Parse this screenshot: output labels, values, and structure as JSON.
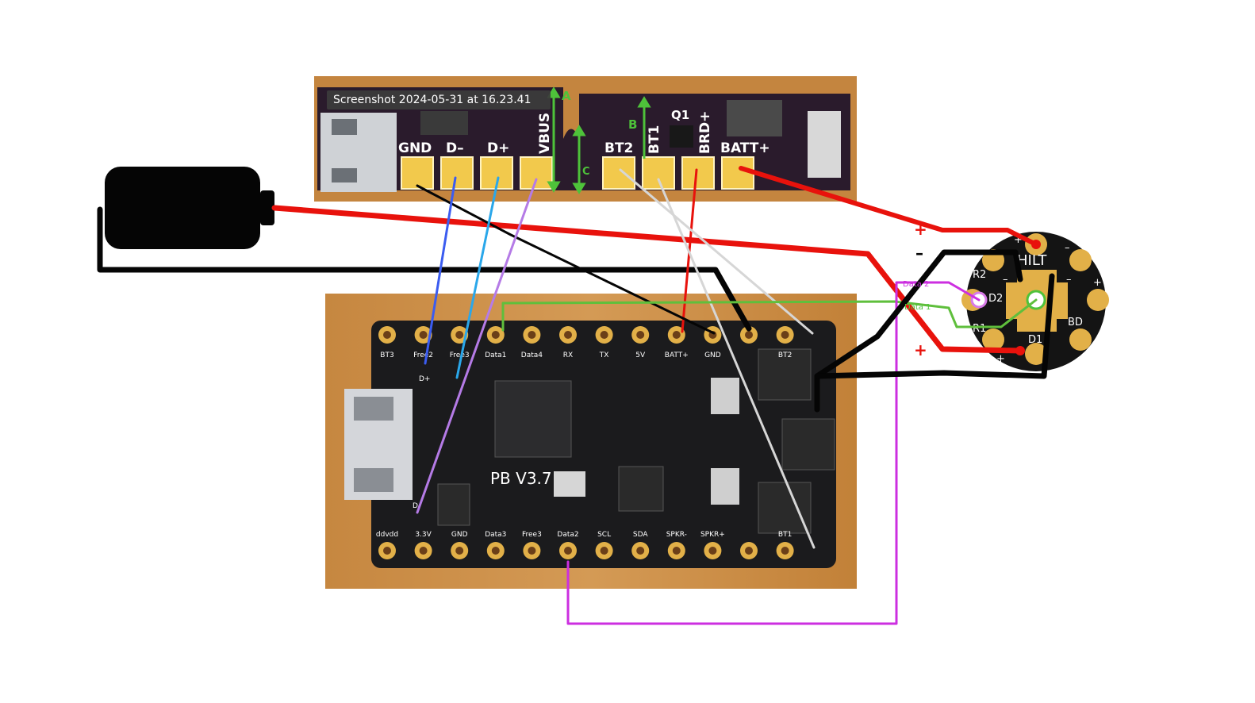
{
  "screenshot_label": "Screenshot 2024-05-31 at 16.23.41",
  "charger_board": {
    "pads": [
      "GND",
      "D–",
      "D+",
      "VBUS",
      "BT2",
      "BT1",
      "BRD+",
      "BATT+"
    ],
    "other_labels": [
      "Q1"
    ],
    "dimension_labels": [
      "A",
      "B",
      "C"
    ]
  },
  "main_board": {
    "model": "PB V3.7",
    "top_row": [
      "BT3",
      "Free2",
      "Free3",
      "Data1",
      "Data4",
      "RX",
      "TX",
      "5V",
      "BATT+",
      "GND",
      "",
      "BT2"
    ],
    "bottom_row": [
      "ddvdd",
      "3.3V",
      "GND",
      "Data3",
      "Free3",
      "Data2",
      "SCL",
      "SDA",
      "SPKR-",
      "SPKR+",
      "",
      "BT1"
    ],
    "inner_labels": [
      "D+",
      "D-"
    ]
  },
  "hilt_board": {
    "title": "HILT",
    "labels": [
      "R2",
      "D2",
      "R1",
      "D1",
      "BD"
    ],
    "polarity": [
      "+",
      "–",
      "+",
      "–",
      "+",
      "–"
    ]
  },
  "connector_labels": {
    "top_plus": "+",
    "top_minus": "–",
    "bottom_plus": "+",
    "bottom_minus": "–",
    "data2": "Data 2",
    "data1": "Data 1"
  },
  "colors": {
    "red": "#e8120c",
    "black": "#050505",
    "blue": "#3b5cf0",
    "light_blue": "#2aa7ea",
    "lavender": "#b57be6",
    "green": "#5fbf3c",
    "magenta": "#cc2fe0",
    "gray": "#d6d6d6",
    "pcb_purple": "#2a1b2c",
    "pcb_black": "#1b1b1d",
    "pad_gold": "#e6b53c",
    "wood": "#c98c45"
  }
}
